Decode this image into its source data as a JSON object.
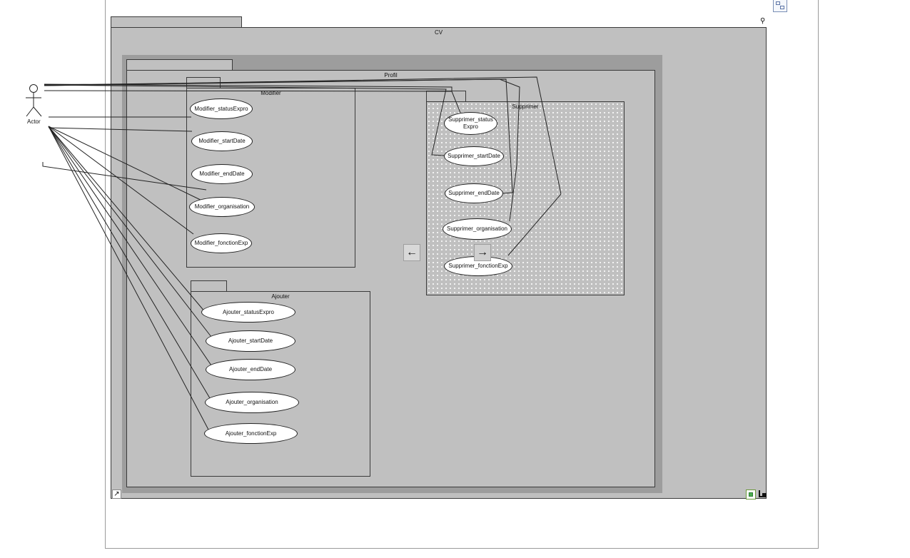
{
  "diagram": {
    "outer_package": {
      "title": "CV"
    },
    "profil_package": {
      "title": "Profil"
    },
    "actor": {
      "label": "Actor"
    },
    "modifier": {
      "title": "Modifier",
      "use_cases": [
        "Modifier_statusExpro",
        "Modifier_startDate",
        "Modifier_endDate",
        "Modifier_organisation",
        "Modifier_fonctionExp"
      ]
    },
    "supprimer": {
      "title": "Supprimer",
      "use_cases": [
        "Supprimer_status Expro",
        "Supprimer_startDate",
        "Supprimer_endDate",
        "Supprimer_organisation",
        "Supprimer_fonctionExp"
      ]
    },
    "ajouter": {
      "title": "Ajouter",
      "use_cases": [
        "Ajouter_statusExpro",
        "Ajouter_startDate",
        "Ajouter_endDate",
        "Ajouter_organisation",
        "Ajouter_fonctionExp"
      ]
    }
  },
  "controls": {
    "nav_back_icon": "arrow-left-icon",
    "nav_forward_icon": "arrow-right-icon",
    "expand_icon": "expand-arrow-icon",
    "fit_icon": "fit-page-icon",
    "resize_icon": "resize-grip-icon",
    "zoom_icon": "zoom-icon",
    "page_icon": "document-icon"
  },
  "colors": {
    "package_fill": "#c0c0c0",
    "profil_shadow": "#9d9d9d",
    "line": "#222222",
    "use_case_fill": "#ffffff",
    "grid_dot": "#ffffff"
  }
}
